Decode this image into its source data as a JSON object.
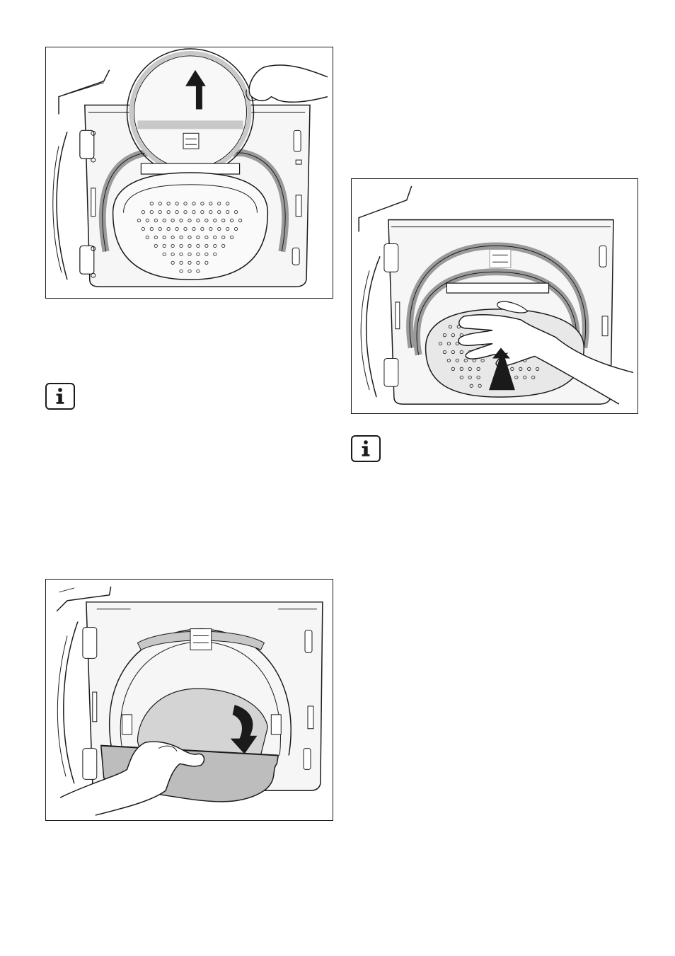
{
  "figures": [
    {
      "id": "fig-1",
      "depicts": "filter-lift-up"
    },
    {
      "id": "fig-2",
      "depicts": "filter-insert-push"
    },
    {
      "id": "fig-3",
      "depicts": "filter-unfold"
    }
  ],
  "notes": [
    {
      "icon": "info-icon"
    },
    {
      "icon": "info-icon"
    }
  ],
  "colors": {
    "line": "#1a1a1a",
    "gasket": "#9a9a9a",
    "gasket_light": "#c8c8c8",
    "panel": "#f4f4f4",
    "arrow": "#1a1a1a"
  }
}
